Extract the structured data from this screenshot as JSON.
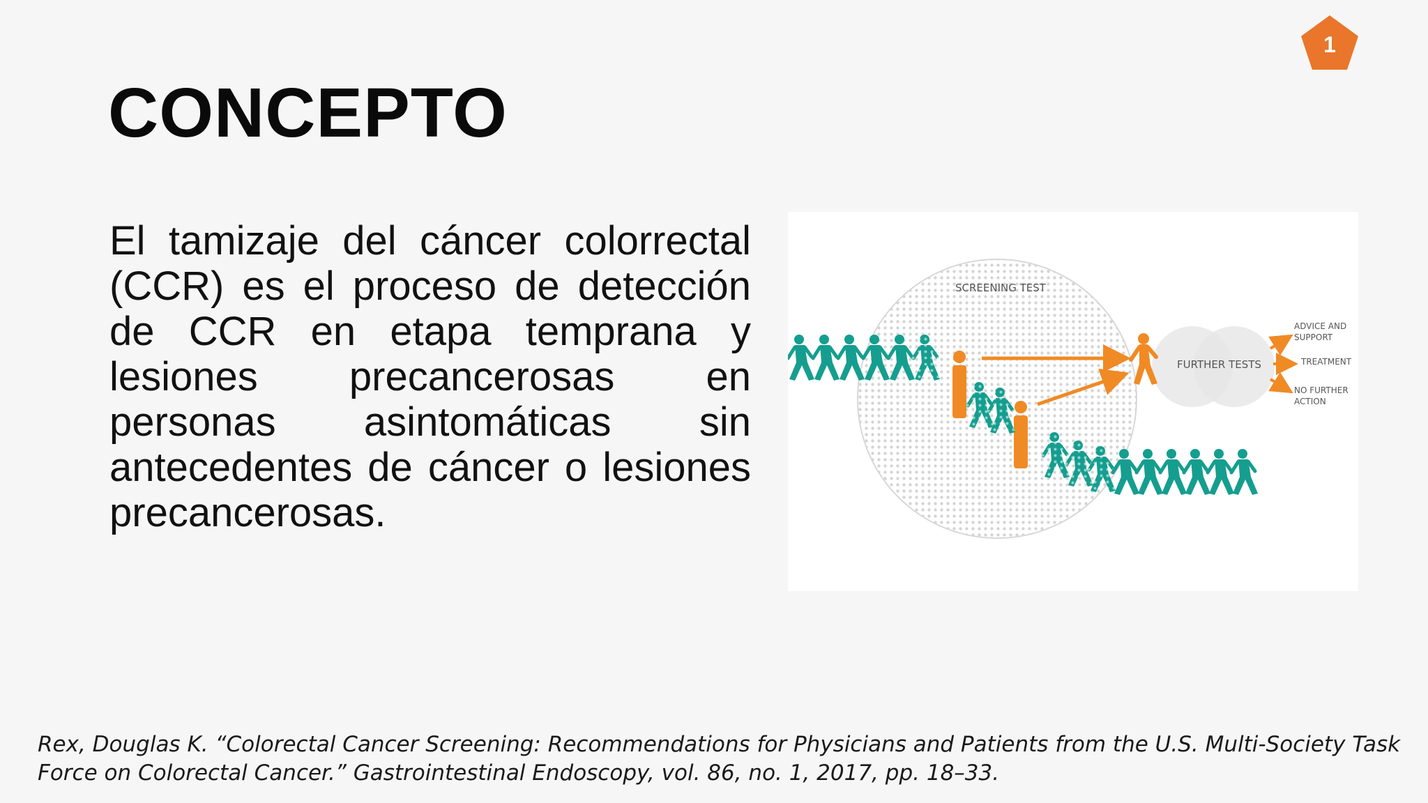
{
  "slide": {
    "page_number": "1",
    "title": "CONCEPTO",
    "body": "El tamizaje del cáncer colorrectal (CCR) es el proceso de detección de CCR en etapa temprana y lesiones precancerosas en personas asintomáticas sin antecedentes de cáncer o lesiones precancerosas.",
    "citation": "Rex, Douglas K. “Colorectal Cancer Screening: Recommendations for Physicians and Patients from the U.S. Multi-Society Task Force on Colorectal Cancer.” Gastrointestinal Endoscopy, vol. 86, no. 1, 2017, pp. 18–33."
  },
  "figure": {
    "screening_test": "SCREENING TEST",
    "further_tests": "FURTHER TESTS",
    "advice": "ADVICE AND\nSUPPORT",
    "treatment": "TREATMENT",
    "no_further": "NO FURTHER\nACTION"
  },
  "colors": {
    "accent": "#e9762b",
    "teal": "#159e8f",
    "orange": "#f08a24",
    "grey": "#bdbdbd"
  }
}
